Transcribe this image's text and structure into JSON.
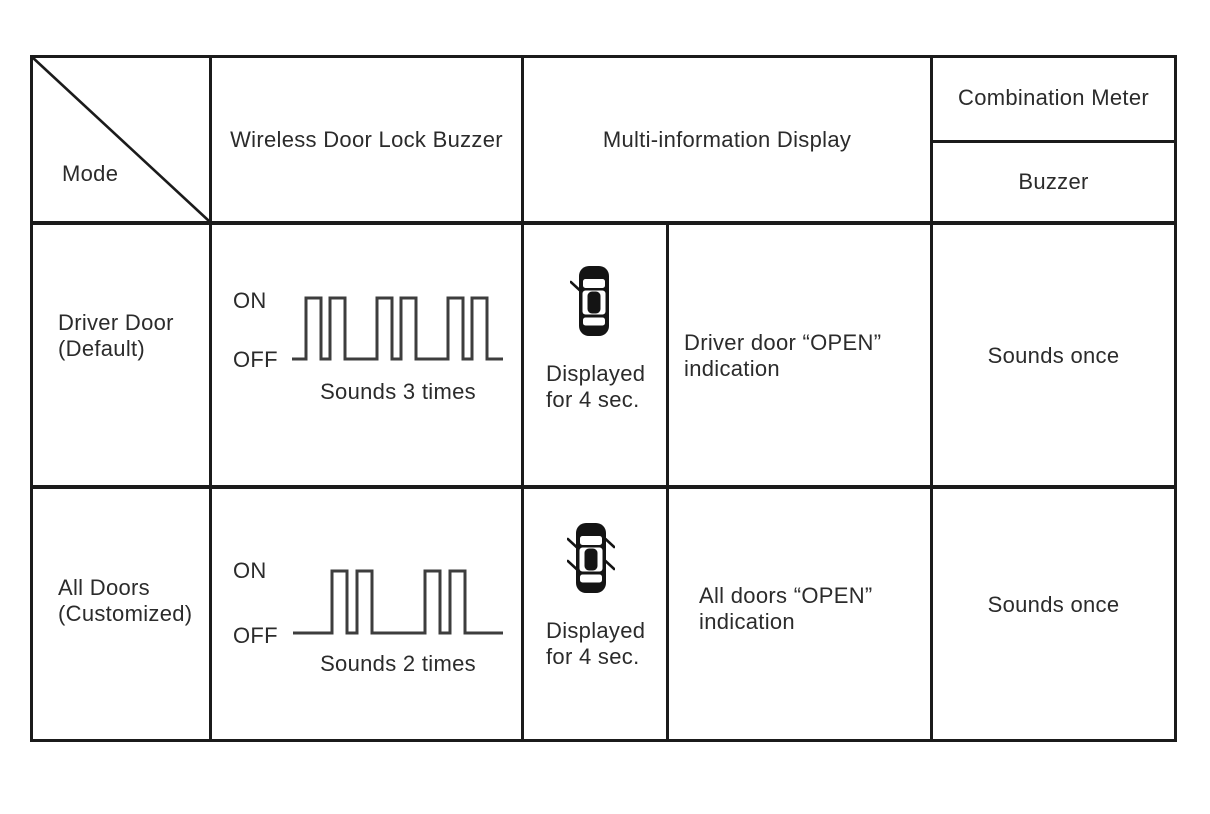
{
  "page": {
    "background": "#ffffff"
  },
  "colors": {
    "grid_line": "#1b1b1b",
    "text": "#2b2b2b",
    "waveform": "#3d3d3d",
    "icon": "#141414"
  },
  "table": {
    "header": {
      "mode_label": "Mode",
      "wireless_buzzer_label": "Wireless Door Lock Buzzer",
      "mid_label": "Multi-information Display",
      "combination_meter_label": "Combination Meter",
      "combination_meter_sub_label": "Buzzer"
    },
    "rows": [
      {
        "mode_line1": "Driver Door",
        "mode_line2": "(Default)",
        "wave_on_label": "ON",
        "wave_off_label": "OFF",
        "buzzer_sounds_label": "Sounds 3 times",
        "buzzer_pulse_pairs": 3,
        "mid_icon": "car-driver-door-open-icon",
        "open_doors": "driver",
        "mid_caption_line1": "Displayed",
        "mid_caption_line2": "for 4 sec.",
        "mid_indication_line1": "Driver door “OPEN”",
        "mid_indication_line2": "indication",
        "combination_meter_buzzer": "Sounds once"
      },
      {
        "mode_line1": "All Doors",
        "mode_line2": "(Customized)",
        "wave_on_label": "ON",
        "wave_off_label": "OFF",
        "buzzer_sounds_label": "Sounds 2 times",
        "buzzer_pulse_pairs": 2,
        "mid_icon": "car-all-doors-open-icon",
        "open_doors": "all",
        "mid_caption_line1": "Displayed",
        "mid_caption_line2": "for 4 sec.",
        "mid_indication_line1": "All doors “OPEN”",
        "mid_indication_line2": "indication",
        "combination_meter_buzzer": "Sounds once"
      }
    ]
  }
}
